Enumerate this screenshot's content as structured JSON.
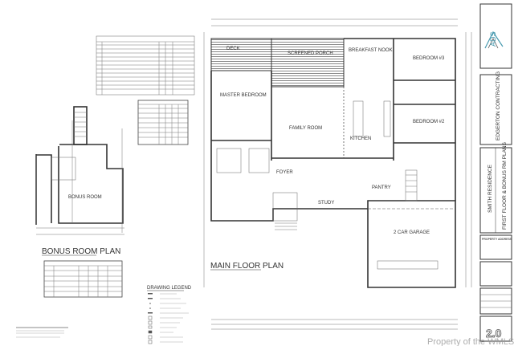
{
  "main_plan": {
    "title": "MAIN FLOOR PLAN",
    "rooms": {
      "deck": "DECK",
      "screened_porch": "SCREENED PORCH",
      "breakfast_nook": "BREAKFAST NOOK",
      "bedroom3": "BEDROOM #3",
      "master_bedroom": "MASTER BEDROOM",
      "family_room": "FAMILY ROOM",
      "kitchen": "KITCHEN",
      "bedroom2": "BEDROOM #2",
      "foyer": "FOYER",
      "study": "STUDY",
      "pantry": "PANTRY",
      "garage": "2 CAR GARAGE"
    }
  },
  "bonus_plan": {
    "title": "BONUS ROOM PLAN",
    "room": "BONUS ROOM"
  },
  "legend": {
    "title": "DRAWING LEGEND"
  },
  "title_block": {
    "logo_text": "ADS",
    "contractor": "EDGERTON CONTRACTING",
    "project": "SMITH RESIDENCE",
    "sheet_title": "FIRST FLOOR & BONUS RM PLANS",
    "property_address_label": "PROPERTY ADDRESS",
    "sheet_number": "2.0"
  },
  "watermark": "Property of the WMLS",
  "colors": {
    "lines": "#333333",
    "logo": "#4a9bb0"
  }
}
